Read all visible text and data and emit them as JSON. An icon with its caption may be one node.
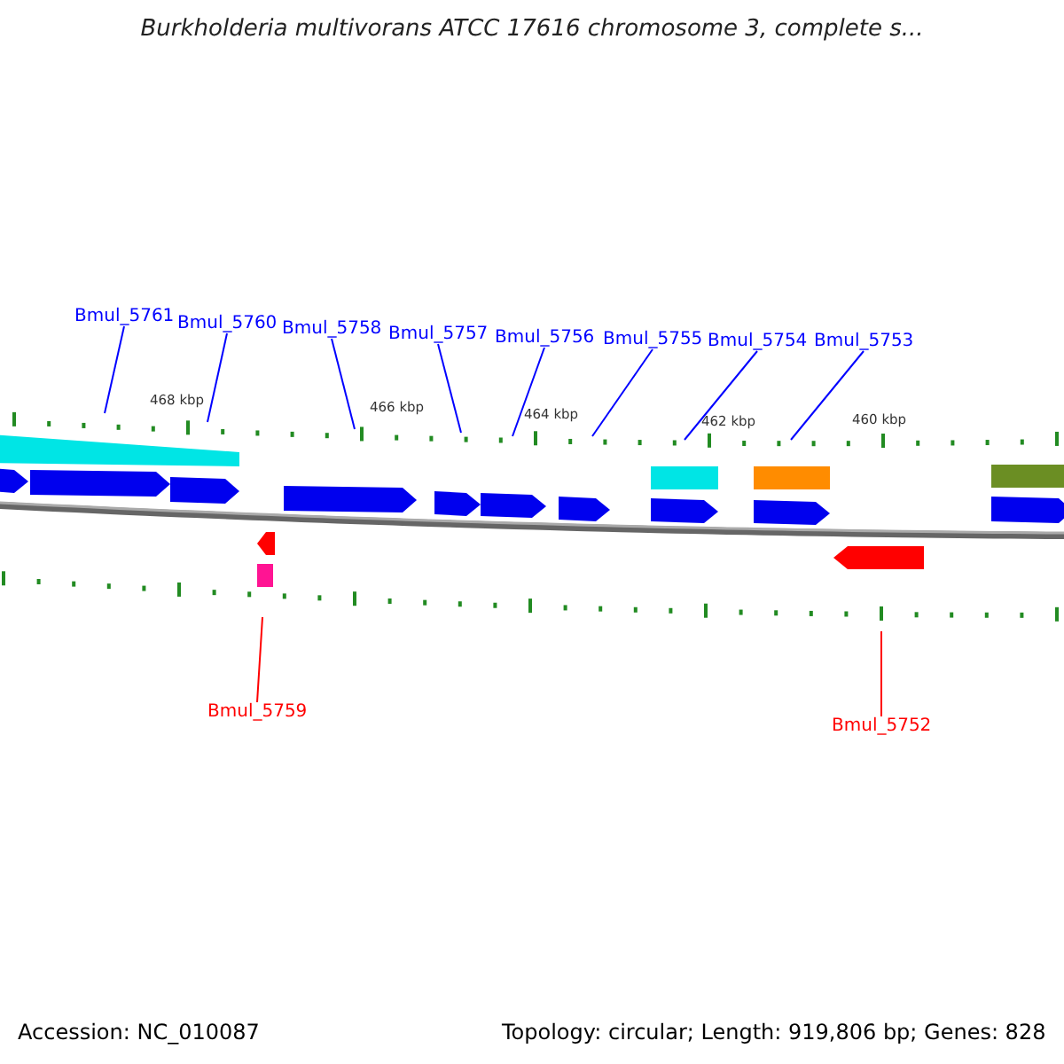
{
  "diagram": {
    "title": "Burkholderia multivorans ATCC 17616 chromosome 3, complete s...",
    "nodes": [
      {
        "text": [
          "Bmul_5761"
        ]
      },
      {
        "text": [
          "Bmul_5760"
        ]
      },
      {
        "text": [
          "Bmul_5758"
        ]
      },
      {
        "text": [
          "Bmul_5757"
        ]
      },
      {
        "text": [
          "Bmul_5756"
        ]
      },
      {
        "text": [
          "Bmul_5755"
        ]
      },
      {
        "text": [
          "Bmul_5754"
        ]
      },
      {
        "text": [
          "Bmul_5753"
        ]
      },
      {
        "text": [
          "Bmul_5759"
        ]
      },
      {
        "text": [
          "Bmul_5752"
        ]
      }
    ],
    "edges": [
      {
        "from": 0,
        "to": null,
        "arrow": "none"
      },
      {
        "from": 1,
        "to": null,
        "arrow": "none"
      },
      {
        "from": 2,
        "to": null,
        "arrow": "none"
      },
      {
        "from": 3,
        "to": null,
        "arrow": "none"
      },
      {
        "from": 4,
        "to": null,
        "arrow": "none"
      },
      {
        "from": 5,
        "to": null,
        "arrow": "none"
      },
      {
        "from": 6,
        "to": null,
        "arrow": "none"
      },
      {
        "from": 7,
        "to": null,
        "arrow": "none"
      },
      {
        "from": 8,
        "to": null,
        "arrow": "none",
        "color": "#ff0000"
      },
      {
        "from": 9,
        "to": null,
        "arrow": "none",
        "color": "#ff0000"
      }
    ],
    "labels": [
      "468 kbp",
      "466 kbp",
      "464 kbp",
      "462 kbp",
      "460 kbp",
      "Accession: NC_010087",
      "Topology: circular; Length: 919,806 bp; Genes: 828"
    ]
  }
}
